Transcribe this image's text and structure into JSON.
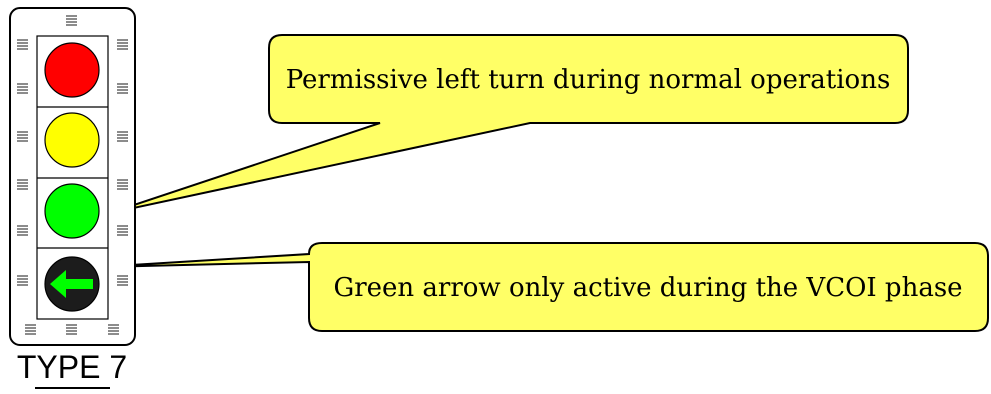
{
  "signal": {
    "type_label": "TYPE 7",
    "lenses": [
      {
        "name": "red-lens",
        "color": "#ff0000"
      },
      {
        "name": "yellow-lens",
        "color": "#ffff00"
      },
      {
        "name": "green-lens",
        "color": "#00ff00"
      },
      {
        "name": "green-arrow-lens",
        "color": "#1c1c1c",
        "arrow_color": "#00ff00",
        "arrow_direction": "left"
      }
    ]
  },
  "callouts": [
    {
      "name": "callout-permissive-left-turn",
      "text": "Permissive left turn during normal operations",
      "fill": "#ffff66"
    },
    {
      "name": "callout-green-arrow-vcoi",
      "text": "Green arrow only active during the VCOI phase",
      "fill": "#ffff66"
    }
  ]
}
